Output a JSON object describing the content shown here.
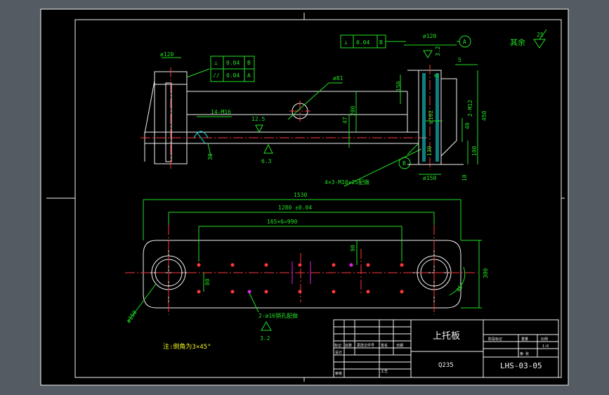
{
  "colors": {
    "background": "#545b63",
    "paper": "#000000",
    "outline": "#f4f4f4",
    "dimension": "#22e022",
    "centerline": "#ff3838",
    "hatch": "#20e8e8",
    "note": "#f0f020"
  },
  "top_view": {
    "dia_top": "ø120",
    "tol_perp": "⊥",
    "tol_perp_val": "0.04",
    "tol_perp_ref": "B",
    "tol_par": "//",
    "tol_par_val": "0.04",
    "tol_par_ref": "A",
    "dia_hole": "ø81",
    "thread_14": "14-M16",
    "rough_12_5": "12.5",
    "rough_6_3": "6.3",
    "dim_30": "30",
    "dim_200": "200",
    "dim_47": "47",
    "label_B": "B",
    "callout_thread": "4×3-M10×25配做",
    "section_tol_sym": "⊥",
    "section_tol_val": "0.04",
    "section_tol_ref": "B",
    "dia_120_right": "ø120",
    "label_A": "A",
    "rough_3_2": "3.2",
    "dim_5": "5",
    "dim_150": "150",
    "dim_8": "8",
    "dia_102": "ø102",
    "dim_2M12": "2-M12",
    "dim_40": "40",
    "dim_450": "450",
    "dim_130": "130",
    "dim_100": "100",
    "dim_10": "10",
    "dia_150": "ø150",
    "rest_label": "其余",
    "rest_rough": "25"
  },
  "plan_view": {
    "dim_1530": "1530",
    "dim_1280": "1280 ±0.04",
    "dim_165": "165×6=990",
    "dim_90": "90",
    "dim_80": "80",
    "dim_300": "300",
    "dim_45": "45°",
    "dia_150_left": "ø150",
    "pin_note": "2-ø16销孔配做",
    "rough_3_2b": "3.2",
    "note": "注:倒角为3×45°"
  },
  "title_block": {
    "part_name": "上托板",
    "material": "Q235",
    "drawing_no": "LHS-03-05",
    "scale_label": "比例",
    "sheet_label": "第 张",
    "hdr1": "阶段标记",
    "hdr2": "重量",
    "hdr3": "比例",
    "scale": "1:6",
    "rev1": "标记",
    "rev2": "处数",
    "rev3": "更改文件号",
    "rev4": "签名",
    "rev5": "日期",
    "row_design": "设计",
    "row_check": "审核",
    "row_process": "工艺"
  }
}
